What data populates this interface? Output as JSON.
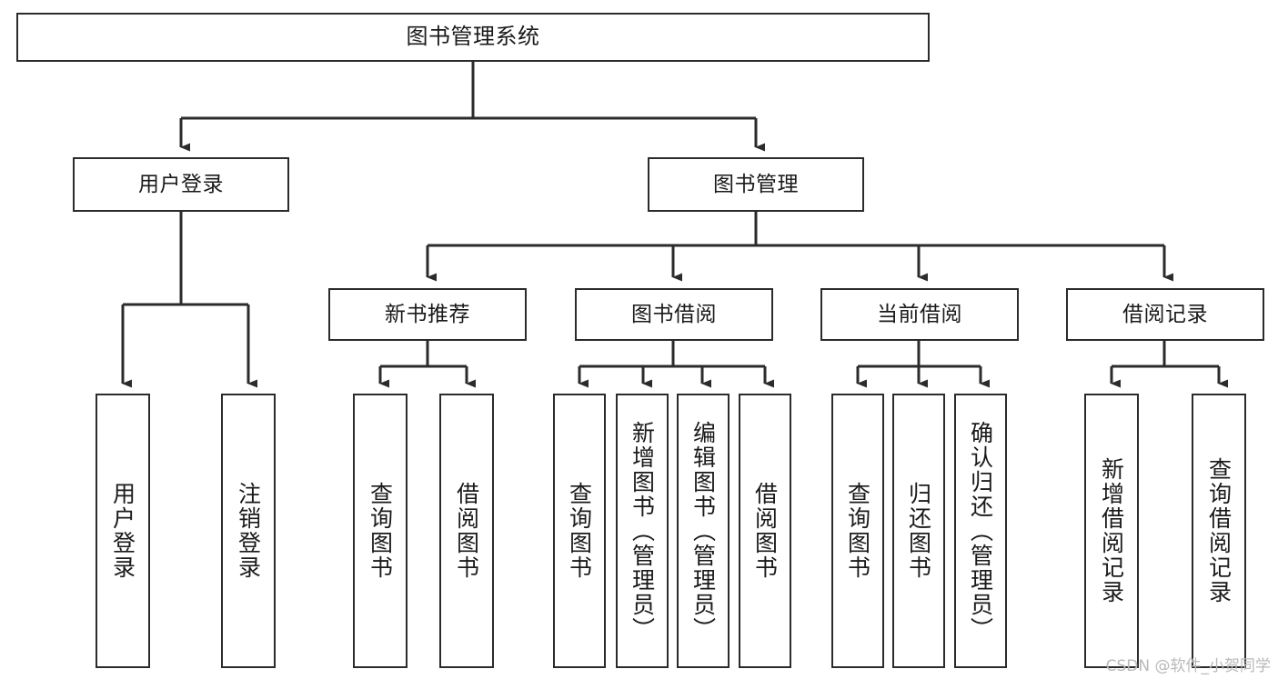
{
  "diagram": {
    "title": "图书管理系统",
    "type": "function-structure-tree",
    "watermark": "CSDN @软件_小贺同学",
    "colors": {
      "node_border": "#2b2b2b",
      "node_fill": "#ffffff",
      "edge": "#2b2b2b",
      "text": "#1a1a1a",
      "watermark": "#b9b9b9",
      "background": "#ffffff"
    },
    "levels": {
      "root": {
        "label": "图书管理系统"
      },
      "level2": [
        {
          "label": "用户登录"
        },
        {
          "label": "图书管理"
        }
      ],
      "level3": [
        {
          "label": "新书推荐"
        },
        {
          "label": "图书借阅"
        },
        {
          "label": "当前借阅"
        },
        {
          "label": "借阅记录"
        }
      ],
      "leaves": {
        "user_login": [
          {
            "label": "用户登录"
          },
          {
            "label": "注销登录"
          }
        ],
        "new_book_recommend": [
          {
            "label": "查询图书"
          },
          {
            "label": "借阅图书"
          }
        ],
        "book_borrow": [
          {
            "label": "查询图书"
          },
          {
            "label": "新增图书（管理员）"
          },
          {
            "label": "编辑图书（管理员）"
          },
          {
            "label": "借阅图书"
          }
        ],
        "current_borrow": [
          {
            "label": "查询图书"
          },
          {
            "label": "归还图书"
          },
          {
            "label": "确认归还（管理员）"
          }
        ],
        "borrow_record": [
          {
            "label": "新增借阅记录"
          },
          {
            "label": "查询借阅记录"
          }
        ]
      }
    }
  }
}
